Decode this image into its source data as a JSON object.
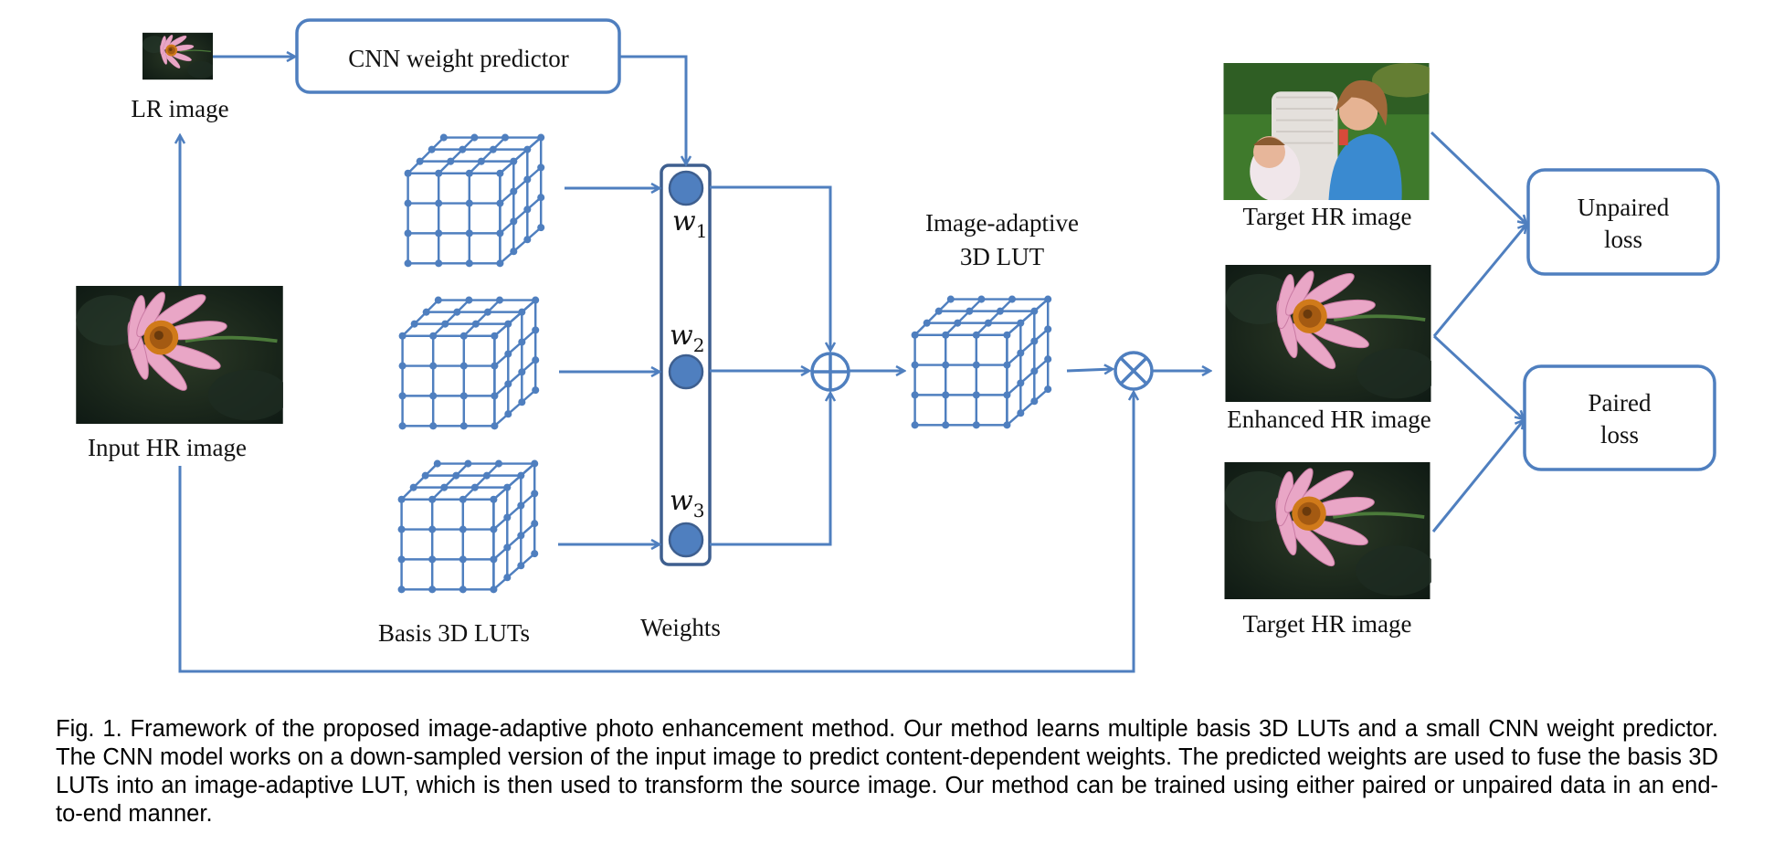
{
  "figure": {
    "labels": {
      "lr_image": "LR image",
      "input_hr_image": "Input HR image",
      "cnn_weight_predictor": "CNN weight predictor",
      "basis_luts": "Basis 3D LUTs",
      "weights": "Weights",
      "w1": "w",
      "w1_sub": "1",
      "w2": "w",
      "w2_sub": "2",
      "w3": "w",
      "w3_sub": "3",
      "adaptive_lut_line1": "Image-adaptive",
      "adaptive_lut_line2": "3D LUT",
      "target_hr_top": "Target HR image",
      "enhanced_hr": "Enhanced HR image",
      "target_hr_bottom": "Target HR image",
      "unpaired_loss_line1": "Unpaired",
      "unpaired_loss_line2": "loss",
      "paired_loss_line1": "Paired",
      "paired_loss_line2": "loss"
    },
    "colors": {
      "accent": "#4f7fbf",
      "node_fill": "#4f7fbf",
      "line": "#4f7fbf"
    }
  },
  "caption": "Fig. 1. Framework of the proposed image-adaptive photo enhancement method. Our method learns multiple basis 3D LUTs and a small CNN weight predictor. The CNN model works on a down-sampled version of the input image to predict content-dependent weights. The predicted weights are used to fuse the basis 3D LUTs into an image-adaptive LUT, which is then used to transform the source image. Our method can be trained using either paired or unpaired data in an end-to-end manner."
}
